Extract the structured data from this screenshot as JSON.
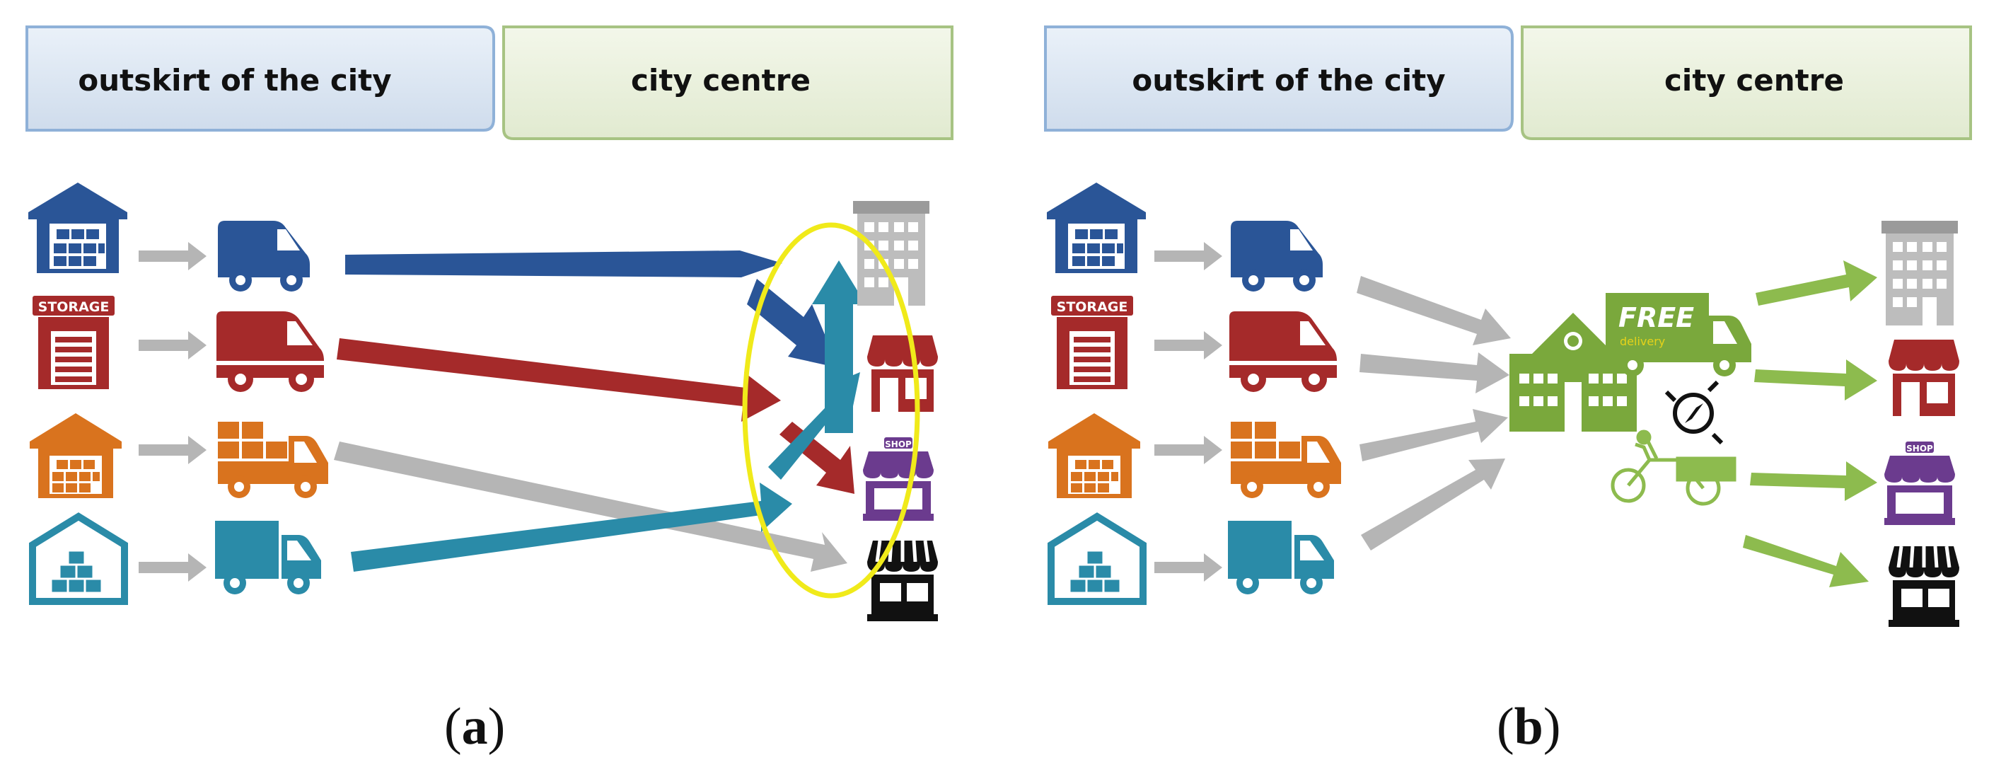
{
  "panels": [
    {
      "id": "a",
      "caption_letter": "a",
      "header_left": "outskirt of the city",
      "header_right": "city centre"
    },
    {
      "id": "b",
      "caption_letter": "b",
      "header_left": "outskirt of the city",
      "header_right": "city centre"
    }
  ],
  "labels": {
    "storage_sign": "STORAGE",
    "shop_sign": "SHOP",
    "free_delivery": "FREE",
    "free_delivery_sub": "delivery"
  },
  "colors": {
    "navy": "#2a5597",
    "red": "#a52a2a",
    "orange": "#d9731e",
    "teal": "#2a8ba8",
    "gray_arrow": "#b5b5b5",
    "green": "#7aa83c",
    "green_arrow": "#8dbb4e",
    "highlight_ellipse": "#f0ea1a",
    "header_left_fill": "#dce7f3",
    "header_left_stroke": "#8fb1d8",
    "header_right_fill": "#ebf1de",
    "header_right_stroke": "#a7c383"
  }
}
